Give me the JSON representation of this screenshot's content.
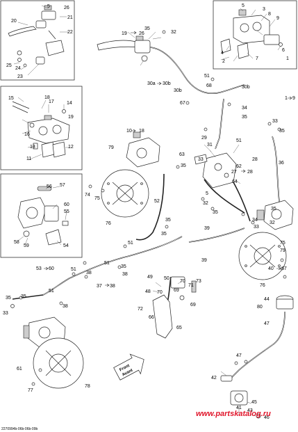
{
  "diagram": {
    "watermark": "www.partskatalog.ru",
    "doc_id": "2270994b-06b-06b-09b",
    "front_label_1": "Front",
    "front_label_2": "Avant"
  },
  "labels": {
    "l5a": "5",
    "l26": "26",
    "l21": "21",
    "l20": "20",
    "l22": "22",
    "l25": "25",
    "l24": "24",
    "l23": "23",
    "l19_26": "19",
    "l26b": "26",
    "l35a": "35",
    "l32": "32",
    "l5b": "5",
    "l3": "3",
    "l8": "8",
    "l9": "9",
    "l4": "4",
    "l2": "2",
    "l7": "7",
    "l6": "6",
    "l1": "1",
    "l51a": "51",
    "l30a": "30a",
    "l30b_1": "30b",
    "l68": "68",
    "l30b_2": "30b",
    "l30b_3": "30b",
    "l67": "67",
    "l1_9a": "1",
    "l1_9b": "9",
    "l18": "18",
    "l15": "15",
    "l17": "17",
    "l14": "14",
    "l16": "16",
    "l19": "19",
    "l13": "13",
    "l12": "12",
    "l11": "11",
    "l10": "10",
    "l10_18": "18",
    "l34": "34",
    "l35b": "35",
    "l33a": "33",
    "l35c": "35",
    "l29": "29",
    "l31": "31",
    "l33b": "33",
    "l51b": "51",
    "l62": "62",
    "l28": "28",
    "l36": "36",
    "l27": "27",
    "l27_28": "28",
    "l64": "64",
    "l63": "63",
    "l35d": "35",
    "l32b": "32",
    "l35e": "35",
    "l5c": "5",
    "l79a": "79",
    "l56": "56",
    "l57": "57",
    "l60": "60",
    "l55": "55",
    "l58": "58",
    "l59": "59",
    "l54": "54",
    "l74": "74",
    "l75a": "75",
    "l76a": "76",
    "l52": "52",
    "l35f": "35",
    "l35g": "35",
    "l39a": "39",
    "l39b": "39",
    "l51c": "51",
    "l53": "53",
    "l53_60": "60",
    "l35h": "35",
    "l34b": "34",
    "l33c": "33",
    "l32c": "32",
    "l75b": "75",
    "l79b": "79",
    "l76b": "76",
    "l40": "40",
    "l40_47": "47",
    "l51d": "51",
    "l38a": "38",
    "l51e": "51",
    "l35i": "35",
    "l38b": "38",
    "l37": "37",
    "l37_38": "38",
    "l51f": "51",
    "l38c": "38",
    "l35j": "35",
    "l35k": "35",
    "l33d": "33",
    "l49": "49",
    "l50": "50",
    "l48": "48",
    "l70a": "70",
    "l71": "71",
    "l73": "73",
    "l70b": "70",
    "l69a": "69",
    "l69b": "69",
    "l72": "72",
    "l66": "66",
    "l65": "65",
    "l61": "61",
    "l77": "77",
    "l78": "78",
    "l44": "44",
    "l80": "80",
    "l47a": "47",
    "l47b": "47",
    "l42": "42",
    "l41": "41",
    "l43": "43",
    "l45": "45",
    "l46": "46"
  }
}
